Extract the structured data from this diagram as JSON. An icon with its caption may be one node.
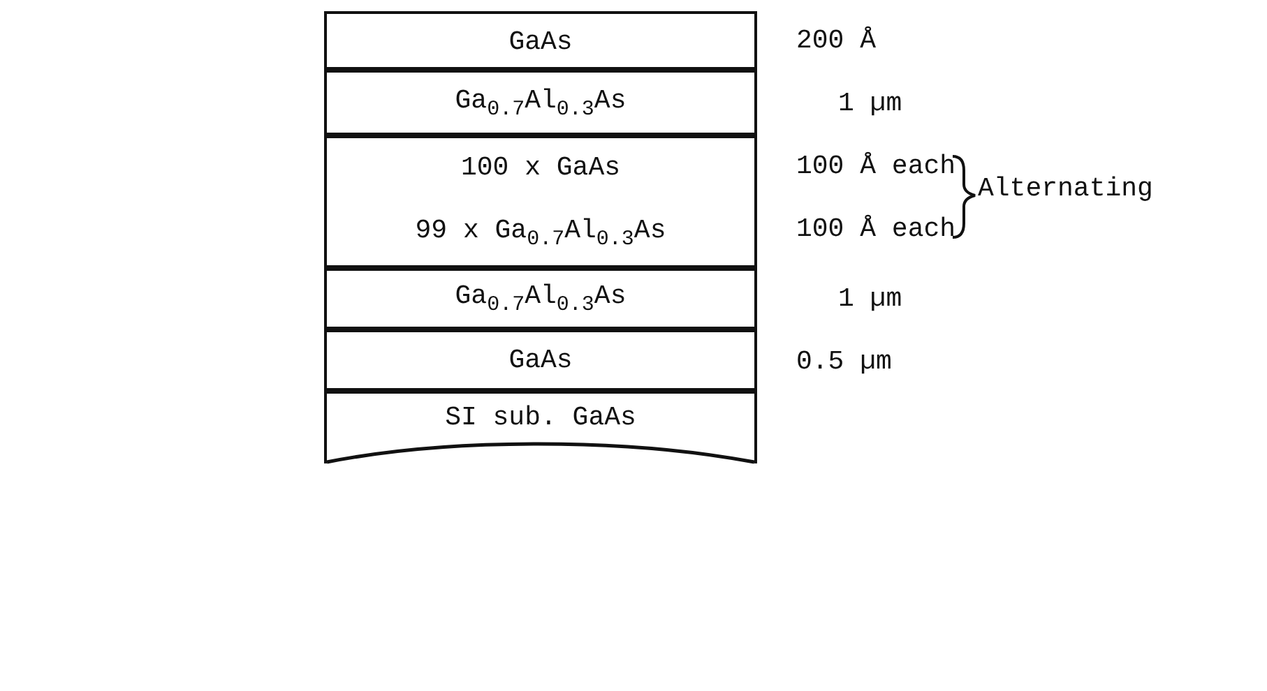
{
  "diagram": {
    "nodes": [
      {
        "text": [
          "GaAs"
        ],
        "beside": [
          "200 Å"
        ]
      },
      {
        "text": [
          "Ga$_{0.7}$Al$_{0.3}$As"
        ],
        "beside": [
          "1 µm"
        ]
      },
      {
        "text": [
          "100 x GaAs",
          "99 x Ga$_{0.7}$Al$_{0.3}$As"
        ],
        "beside": [
          "100 Å each",
          "100 Å each"
        ]
      },
      {
        "text": [
          "Ga$_{0.7}$Al$_{0.3}$As"
        ],
        "beside": [
          "1 µm"
        ]
      },
      {
        "text": [
          "GaAs"
        ],
        "beside": [
          "0.5 µm"
        ]
      },
      {
        "text": [
          "SI sub. GaAs"
        ]
      }
    ],
    "labels": [
      "Alternating"
    ]
  }
}
